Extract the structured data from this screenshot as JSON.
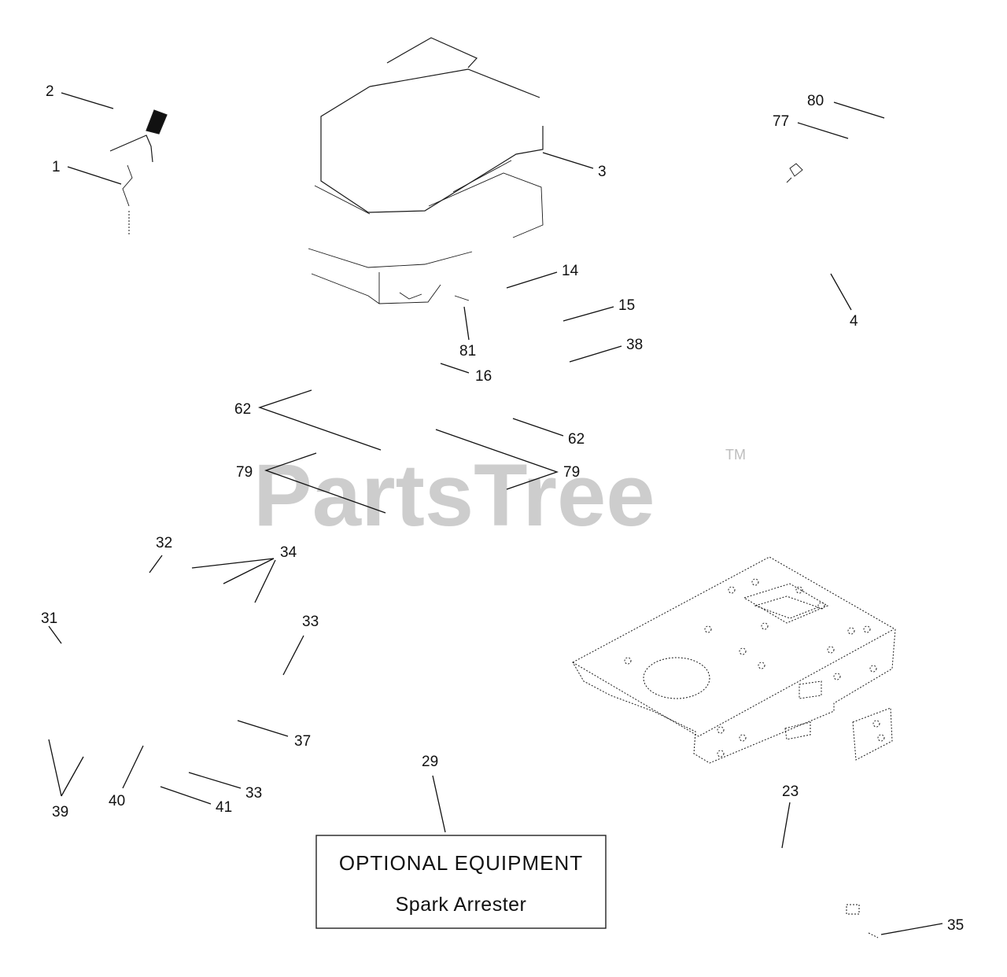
{
  "watermark": {
    "text": "PartsTree",
    "mark": "TM"
  },
  "optional_box": {
    "title": "OPTIONAL EQUIPMENT",
    "subtitle": "Spark Arrester"
  },
  "callouts": [
    {
      "id": "c-2",
      "label": "2"
    },
    {
      "id": "c-1",
      "label": "1"
    },
    {
      "id": "c-3",
      "label": "3"
    },
    {
      "id": "c-80",
      "label": "80"
    },
    {
      "id": "c-77",
      "label": "77"
    },
    {
      "id": "c-14",
      "label": "14"
    },
    {
      "id": "c-15",
      "label": "15"
    },
    {
      "id": "c-4",
      "label": "4"
    },
    {
      "id": "c-81",
      "label": "81"
    },
    {
      "id": "c-38",
      "label": "38"
    },
    {
      "id": "c-16",
      "label": "16"
    },
    {
      "id": "c-62a",
      "label": "62"
    },
    {
      "id": "c-62b",
      "label": "62"
    },
    {
      "id": "c-79a",
      "label": "79"
    },
    {
      "id": "c-79b",
      "label": "79"
    },
    {
      "id": "c-32",
      "label": "32"
    },
    {
      "id": "c-34",
      "label": "34"
    },
    {
      "id": "c-31",
      "label": "31"
    },
    {
      "id": "c-33a",
      "label": "33"
    },
    {
      "id": "c-37",
      "label": "37"
    },
    {
      "id": "c-29",
      "label": "29"
    },
    {
      "id": "c-23",
      "label": "23"
    },
    {
      "id": "c-33b",
      "label": "33"
    },
    {
      "id": "c-41",
      "label": "41"
    },
    {
      "id": "c-40",
      "label": "40"
    },
    {
      "id": "c-39",
      "label": "39"
    },
    {
      "id": "c-35",
      "label": "35"
    }
  ]
}
